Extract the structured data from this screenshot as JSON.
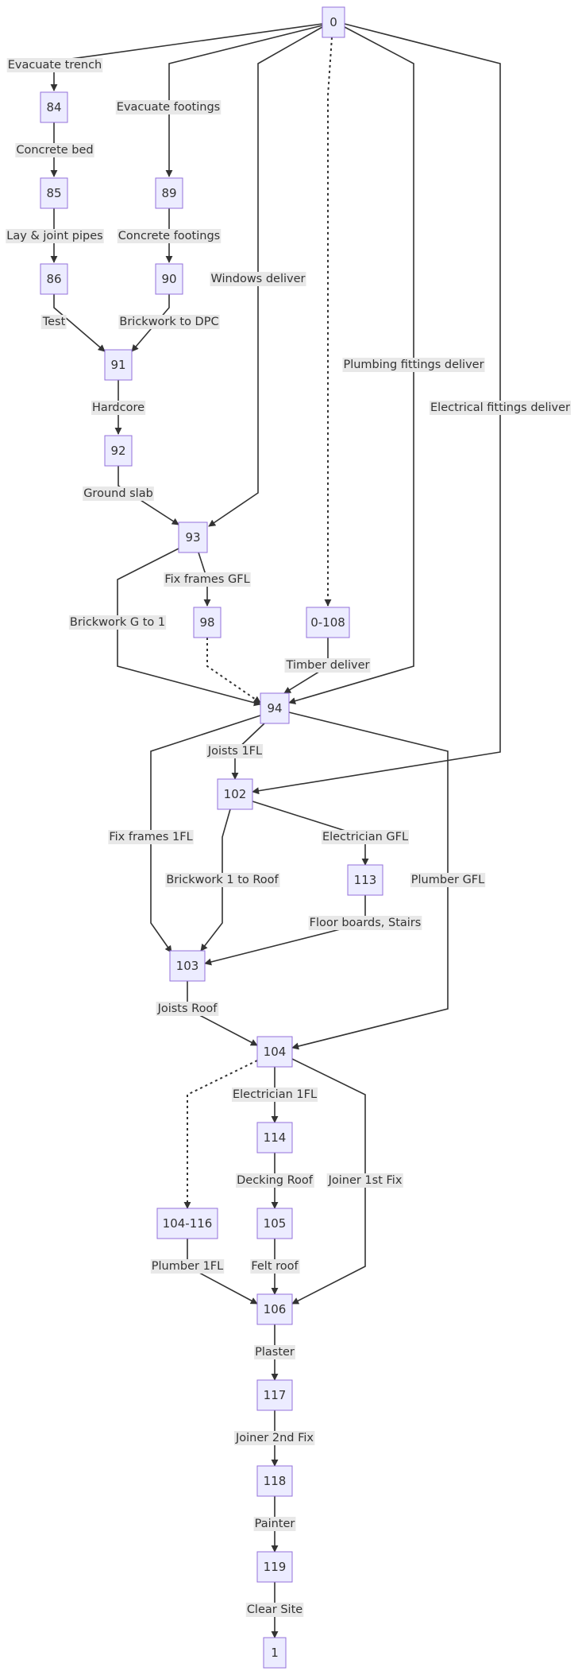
{
  "diagram": {
    "type": "flowchart",
    "direction": "top-down",
    "colors": {
      "node_fill": "#ECECFF",
      "node_border": "#9370DB",
      "line": "#333333",
      "label_bg": "#e8e8e8",
      "text": "#333333"
    },
    "nodes": [
      {
        "id": "n0",
        "label": "0"
      },
      {
        "id": "n84",
        "label": "84"
      },
      {
        "id": "n85",
        "label": "85"
      },
      {
        "id": "n86",
        "label": "86"
      },
      {
        "id": "n89",
        "label": "89"
      },
      {
        "id": "n90",
        "label": "90"
      },
      {
        "id": "n91",
        "label": "91"
      },
      {
        "id": "n92",
        "label": "92"
      },
      {
        "id": "n93",
        "label": "93"
      },
      {
        "id": "n98",
        "label": "98"
      },
      {
        "id": "n0108",
        "label": "0-108"
      },
      {
        "id": "n94",
        "label": "94"
      },
      {
        "id": "n102",
        "label": "102"
      },
      {
        "id": "n113",
        "label": "113"
      },
      {
        "id": "n103",
        "label": "103"
      },
      {
        "id": "n104",
        "label": "104"
      },
      {
        "id": "n114",
        "label": "114"
      },
      {
        "id": "n104116",
        "label": "104-116"
      },
      {
        "id": "n105",
        "label": "105"
      },
      {
        "id": "n106",
        "label": "106"
      },
      {
        "id": "n117",
        "label": "117"
      },
      {
        "id": "n118",
        "label": "118"
      },
      {
        "id": "n119",
        "label": "119"
      },
      {
        "id": "n1",
        "label": "1"
      }
    ],
    "edges": [
      {
        "id": "e0-84",
        "from": "n0",
        "to": "n84",
        "label": "Evacuate trench",
        "style": "solid"
      },
      {
        "id": "e84-85",
        "from": "n84",
        "to": "n85",
        "label": "Concrete bed",
        "style": "solid"
      },
      {
        "id": "e85-86",
        "from": "n85",
        "to": "n86",
        "label": "Lay & joint pipes",
        "style": "solid"
      },
      {
        "id": "e86-91",
        "from": "n86",
        "to": "n91",
        "label": "Test",
        "style": "solid"
      },
      {
        "id": "e0-89",
        "from": "n0",
        "to": "n89",
        "label": "Evacuate footings",
        "style": "solid"
      },
      {
        "id": "e89-90",
        "from": "n89",
        "to": "n90",
        "label": "Concrete footings",
        "style": "solid"
      },
      {
        "id": "e90-91",
        "from": "n90",
        "to": "n91",
        "label": "Brickwork to DPC",
        "style": "solid"
      },
      {
        "id": "e91-92",
        "from": "n91",
        "to": "n92",
        "label": "Hardcore",
        "style": "solid"
      },
      {
        "id": "e92-93",
        "from": "n92",
        "to": "n93",
        "label": "Ground slab",
        "style": "solid"
      },
      {
        "id": "e0-93",
        "from": "n0",
        "to": "n93",
        "label": "Windows deliver",
        "style": "solid"
      },
      {
        "id": "e0-0108",
        "from": "n0",
        "to": "n0108",
        "label": "",
        "style": "dotted"
      },
      {
        "id": "e0-94",
        "from": "n0",
        "to": "n94",
        "label": "Plumbing fittings deliver",
        "style": "solid"
      },
      {
        "id": "e0-102",
        "from": "n0",
        "to": "n102",
        "label": "Electrical fittings deliver",
        "style": "solid"
      },
      {
        "id": "e93-98",
        "from": "n93",
        "to": "n98",
        "label": "Fix frames GFL",
        "style": "solid"
      },
      {
        "id": "e93-94",
        "from": "n93",
        "to": "n94",
        "label": "Brickwork G to 1",
        "style": "solid"
      },
      {
        "id": "e98-94",
        "from": "n98",
        "to": "n94",
        "label": "",
        "style": "dotted"
      },
      {
        "id": "e0108-94",
        "from": "n0108",
        "to": "n94",
        "label": "Timber deliver",
        "style": "solid"
      },
      {
        "id": "e94-102",
        "from": "n94",
        "to": "n102",
        "label": "Joists 1FL",
        "style": "solid"
      },
      {
        "id": "e94-103",
        "from": "n94",
        "to": "n103",
        "label": "Fix frames 1FL",
        "style": "solid"
      },
      {
        "id": "e94-104",
        "from": "n94",
        "to": "n104",
        "label": "Plumber GFL",
        "style": "solid"
      },
      {
        "id": "e102-113",
        "from": "n102",
        "to": "n113",
        "label": "Electrician GFL",
        "style": "solid"
      },
      {
        "id": "e102-103",
        "from": "n102",
        "to": "n103",
        "label": "Brickwork 1 to Roof",
        "style": "solid"
      },
      {
        "id": "e113-103",
        "from": "n113",
        "to": "n103",
        "label": "Floor boards, Stairs",
        "style": "solid"
      },
      {
        "id": "e103-104",
        "from": "n103",
        "to": "n104",
        "label": "Joists Roof",
        "style": "solid"
      },
      {
        "id": "e104-114",
        "from": "n104",
        "to": "n114",
        "label": "Electrician 1FL",
        "style": "solid"
      },
      {
        "id": "e104-104116",
        "from": "n104",
        "to": "n104116",
        "label": "",
        "style": "dotted"
      },
      {
        "id": "e104-106",
        "from": "n104",
        "to": "n106",
        "label": "Joiner 1st Fix",
        "style": "solid"
      },
      {
        "id": "e114-105",
        "from": "n114",
        "to": "n105",
        "label": "Decking Roof",
        "style": "solid"
      },
      {
        "id": "e105-106",
        "from": "n105",
        "to": "n106",
        "label": "Felt roof",
        "style": "solid"
      },
      {
        "id": "e104116-106",
        "from": "n104116",
        "to": "n106",
        "label": "Plumber 1FL",
        "style": "solid"
      },
      {
        "id": "e106-117",
        "from": "n106",
        "to": "n117",
        "label": "Plaster",
        "style": "solid"
      },
      {
        "id": "e117-118",
        "from": "n117",
        "to": "n118",
        "label": "Joiner 2nd Fix",
        "style": "solid"
      },
      {
        "id": "e118-119",
        "from": "n118",
        "to": "n119",
        "label": "Painter",
        "style": "solid"
      },
      {
        "id": "e119-1",
        "from": "n119",
        "to": "n1",
        "label": "Clear Site",
        "style": "solid"
      }
    ]
  }
}
